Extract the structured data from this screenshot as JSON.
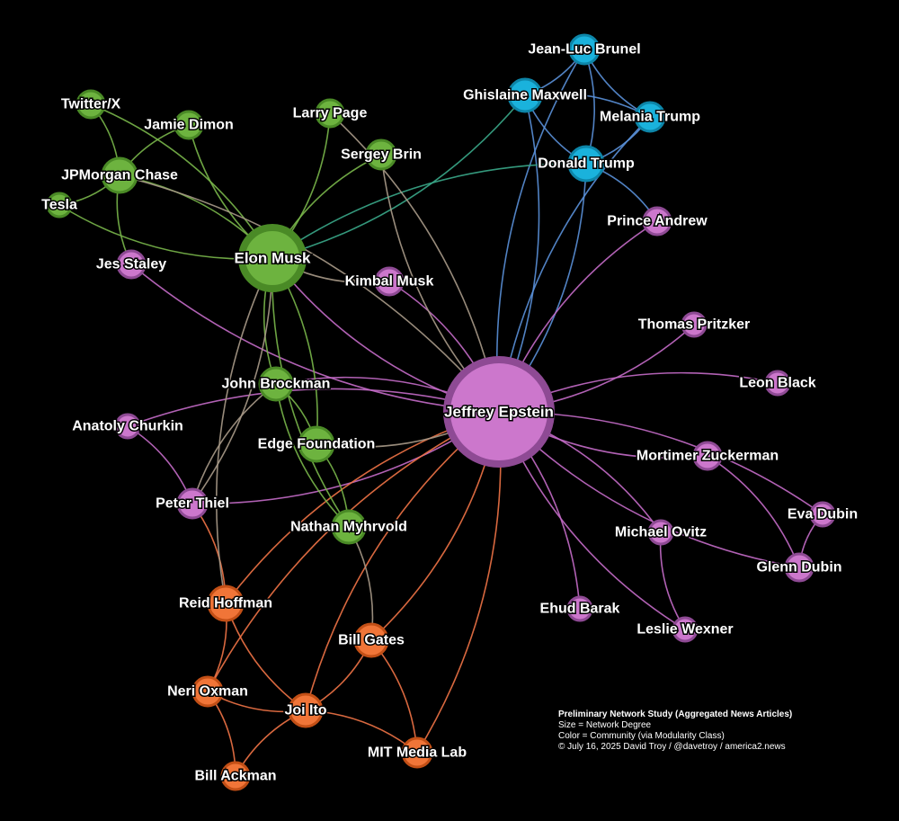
{
  "colors": {
    "background": "#000000",
    "community_purple": "#cc77cc",
    "community_purple_border": "#8e4a94",
    "community_green": "#6db33f",
    "community_green_border": "#4a8a26",
    "community_blue": "#1ab2dc",
    "community_blue_border": "#0d85a8",
    "community_orange": "#f07538",
    "community_orange_border": "#c24f16",
    "edge_purple": "#c46cc8",
    "edge_green": "#79b64a",
    "edge_blue": "#5a90d8",
    "edge_orange": "#ef7346",
    "edge_gray": "#a89a88",
    "edge_teal": "#3aa88a"
  },
  "nodes": [
    {
      "id": "epstein",
      "label": "Jeffrey Epstein",
      "community": "purple",
      "degree": 30
    },
    {
      "id": "musk",
      "label": "Elon Musk",
      "community": "green",
      "degree": 17
    },
    {
      "id": "brunel",
      "label": "Jean-Luc Brunel",
      "community": "blue",
      "degree": 4
    },
    {
      "id": "maxwell",
      "label": "Ghislaine Maxwell",
      "community": "blue",
      "degree": 5
    },
    {
      "id": "melania",
      "label": "Melania Trump",
      "community": "blue",
      "degree": 4
    },
    {
      "id": "trump",
      "label": "Donald Trump",
      "community": "blue",
      "degree": 6
    },
    {
      "id": "andrew",
      "label": "Prince Andrew",
      "community": "purple",
      "degree": 3
    },
    {
      "id": "twitter",
      "label": "Twitter/X",
      "community": "green",
      "degree": 3
    },
    {
      "id": "dimon",
      "label": "Jamie Dimon",
      "community": "green",
      "degree": 3
    },
    {
      "id": "jpm",
      "label": "JPMorgan Chase",
      "community": "green",
      "degree": 6
    },
    {
      "id": "tesla",
      "label": "Tesla",
      "community": "green",
      "degree": 2
    },
    {
      "id": "page",
      "label": "Larry Page",
      "community": "green",
      "degree": 3
    },
    {
      "id": "brin",
      "label": "Sergey Brin",
      "community": "green",
      "degree": 4
    },
    {
      "id": "staley",
      "label": "Jes Staley",
      "community": "purple",
      "degree": 3
    },
    {
      "id": "kimbal",
      "label": "Kimbal Musk",
      "community": "purple",
      "degree": 3
    },
    {
      "id": "pritzker",
      "label": "Thomas Pritzker",
      "community": "purple",
      "degree": 2
    },
    {
      "id": "black",
      "label": "Leon Black",
      "community": "purple",
      "degree": 2
    },
    {
      "id": "brockman",
      "label": "John Brockman",
      "community": "green",
      "degree": 5
    },
    {
      "id": "churkin",
      "label": "Anatoly Churkin",
      "community": "purple",
      "degree": 2
    },
    {
      "id": "edge",
      "label": "Edge Foundation",
      "community": "green",
      "degree": 6
    },
    {
      "id": "zuckerman",
      "label": "Mortimer Zuckerman",
      "community": "purple",
      "degree": 3
    },
    {
      "id": "thiel",
      "label": "Peter Thiel",
      "community": "purple",
      "degree": 4
    },
    {
      "id": "myhrvold",
      "label": "Nathan Myhrvold",
      "community": "green",
      "degree": 5
    },
    {
      "id": "evadubin",
      "label": "Eva Dubin",
      "community": "purple",
      "degree": 2
    },
    {
      "id": "ovitz",
      "label": "Michael Ovitz",
      "community": "purple",
      "degree": 2
    },
    {
      "id": "glenndubin",
      "label": "Glenn Dubin",
      "community": "purple",
      "degree": 3
    },
    {
      "id": "hoffman",
      "label": "Reid Hoffman",
      "community": "orange",
      "degree": 6
    },
    {
      "id": "barak",
      "label": "Ehud Barak",
      "community": "purple",
      "degree": 2
    },
    {
      "id": "wexner",
      "label": "Leslie Wexner",
      "community": "purple",
      "degree": 2
    },
    {
      "id": "gates",
      "label": "Bill Gates",
      "community": "orange",
      "degree": 5
    },
    {
      "id": "oxman",
      "label": "Neri Oxman",
      "community": "orange",
      "degree": 4
    },
    {
      "id": "ito",
      "label": "Joi Ito",
      "community": "orange",
      "degree": 5
    },
    {
      "id": "medialab",
      "label": "MIT Media Lab",
      "community": "orange",
      "degree": 4
    },
    {
      "id": "ackman",
      "label": "Bill Ackman",
      "community": "orange",
      "degree": 3
    }
  ],
  "edges": [
    {
      "source": "epstein",
      "target": "maxwell",
      "color": "blue"
    },
    {
      "source": "epstein",
      "target": "brunel",
      "color": "blue"
    },
    {
      "source": "epstein",
      "target": "trump",
      "color": "blue"
    },
    {
      "source": "epstein",
      "target": "melania",
      "color": "blue"
    },
    {
      "source": "maxwell",
      "target": "brunel",
      "color": "blue"
    },
    {
      "source": "maxwell",
      "target": "melania",
      "color": "blue"
    },
    {
      "source": "maxwell",
      "target": "trump",
      "color": "blue"
    },
    {
      "source": "brunel",
      "target": "trump",
      "color": "blue"
    },
    {
      "source": "trump",
      "target": "melania",
      "color": "blue"
    },
    {
      "source": "trump",
      "target": "andrew",
      "color": "blue"
    },
    {
      "source": "brunel",
      "target": "melania",
      "color": "blue"
    },
    {
      "source": "epstein",
      "target": "andrew",
      "color": "purple"
    },
    {
      "source": "epstein",
      "target": "pritzker",
      "color": "purple"
    },
    {
      "source": "epstein",
      "target": "black",
      "color": "purple"
    },
    {
      "source": "epstein",
      "target": "zuckerman",
      "color": "purple"
    },
    {
      "source": "epstein",
      "target": "evadubin",
      "color": "purple"
    },
    {
      "source": "epstein",
      "target": "glenndubin",
      "color": "purple"
    },
    {
      "source": "epstein",
      "target": "ovitz",
      "color": "purple"
    },
    {
      "source": "epstein",
      "target": "wexner",
      "color": "purple"
    },
    {
      "source": "epstein",
      "target": "barak",
      "color": "purple"
    },
    {
      "source": "epstein",
      "target": "kimbal",
      "color": "purple"
    },
    {
      "source": "epstein",
      "target": "staley",
      "color": "purple"
    },
    {
      "source": "epstein",
      "target": "churkin",
      "color": "purple"
    },
    {
      "source": "epstein",
      "target": "thiel",
      "color": "purple"
    },
    {
      "source": "epstein",
      "target": "brockman",
      "color": "purple"
    },
    {
      "source": "epstein",
      "target": "musk",
      "color": "purple"
    },
    {
      "source": "evadubin",
      "target": "glenndubin",
      "color": "purple"
    },
    {
      "source": "zuckerman",
      "target": "glenndubin",
      "color": "purple"
    },
    {
      "source": "ovitz",
      "target": "wexner",
      "color": "purple"
    },
    {
      "source": "churkin",
      "target": "thiel",
      "color": "purple"
    },
    {
      "source": "epstein",
      "target": "hoffman",
      "color": "orange"
    },
    {
      "source": "epstein",
      "target": "gates",
      "color": "orange"
    },
    {
      "source": "epstein",
      "target": "ito",
      "color": "orange"
    },
    {
      "source": "epstein",
      "target": "medialab",
      "color": "orange"
    },
    {
      "source": "epstein",
      "target": "oxman",
      "color": "orange"
    },
    {
      "source": "thiel",
      "target": "hoffman",
      "color": "orange"
    },
    {
      "source": "hoffman",
      "target": "ito",
      "color": "orange"
    },
    {
      "source": "hoffman",
      "target": "oxman",
      "color": "orange"
    },
    {
      "source": "oxman",
      "target": "ito",
      "color": "orange"
    },
    {
      "source": "oxman",
      "target": "ackman",
      "color": "orange"
    },
    {
      "source": "ito",
      "target": "ackman",
      "color": "orange"
    },
    {
      "source": "ito",
      "target": "medialab",
      "color": "orange"
    },
    {
      "source": "ito",
      "target": "gates",
      "color": "orange"
    },
    {
      "source": "gates",
      "target": "medialab",
      "color": "orange"
    },
    {
      "source": "musk",
      "target": "twitter",
      "color": "green"
    },
    {
      "source": "musk",
      "target": "dimon",
      "color": "green"
    },
    {
      "source": "musk",
      "target": "jpm",
      "color": "green"
    },
    {
      "source": "musk",
      "target": "tesla",
      "color": "green"
    },
    {
      "source": "musk",
      "target": "page",
      "color": "green"
    },
    {
      "source": "musk",
      "target": "brin",
      "color": "green"
    },
    {
      "source": "musk",
      "target": "brockman",
      "color": "green"
    },
    {
      "source": "musk",
      "target": "edge",
      "color": "green"
    },
    {
      "source": "musk",
      "target": "myhrvold",
      "color": "green"
    },
    {
      "source": "twitter",
      "target": "jpm",
      "color": "green"
    },
    {
      "source": "dimon",
      "target": "jpm",
      "color": "green"
    },
    {
      "source": "jpm",
      "target": "tesla",
      "color": "green"
    },
    {
      "source": "jpm",
      "target": "staley",
      "color": "green"
    },
    {
      "source": "brockman",
      "target": "edge",
      "color": "green"
    },
    {
      "source": "brockman",
      "target": "myhrvold",
      "color": "green"
    },
    {
      "source": "edge",
      "target": "myhrvold",
      "color": "green"
    },
    {
      "source": "musk",
      "target": "maxwell",
      "color": "teal"
    },
    {
      "source": "musk",
      "target": "trump",
      "color": "teal"
    },
    {
      "source": "musk",
      "target": "kimbal",
      "color": "gray"
    },
    {
      "source": "musk",
      "target": "thiel",
      "color": "gray"
    },
    {
      "source": "musk",
      "target": "hoffman",
      "color": "gray"
    },
    {
      "source": "page",
      "target": "epstein",
      "color": "gray"
    },
    {
      "source": "brin",
      "target": "epstein",
      "color": "gray"
    },
    {
      "source": "jpm",
      "target": "epstein",
      "color": "gray"
    },
    {
      "source": "edge",
      "target": "epstein",
      "color": "gray"
    },
    {
      "source": "myhrvold",
      "target": "gates",
      "color": "gray"
    },
    {
      "source": "brockman",
      "target": "thiel",
      "color": "gray"
    }
  ],
  "caption": {
    "title": "Preliminary Network Study (Aggregated News Articles)",
    "line1": "Size = Network Degree",
    "line2": "Color = Community (via Modularity Class)",
    "line3": "© July 16, 2025 David Troy / @davetroy / america2.news"
  }
}
